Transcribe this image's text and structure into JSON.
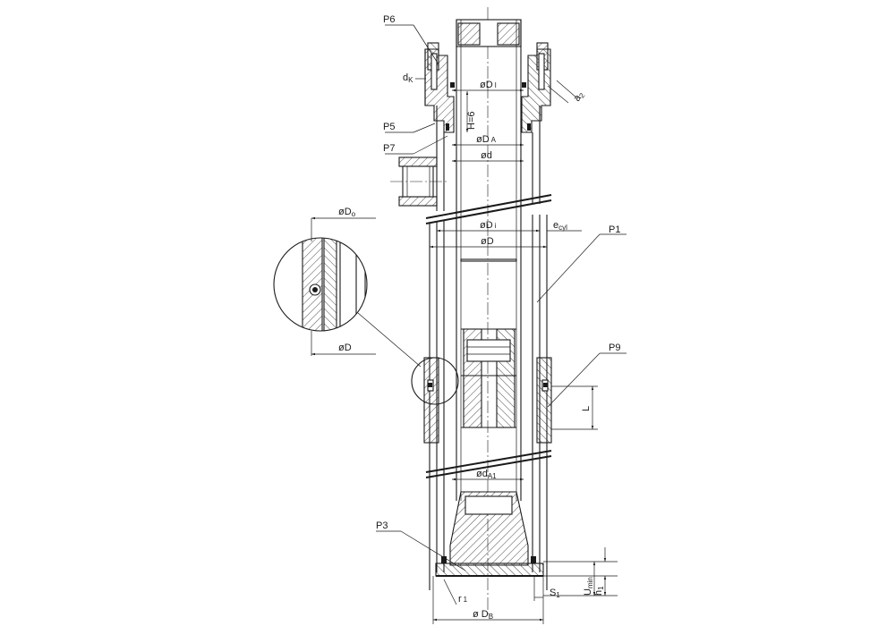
{
  "labels": {
    "P6": "P6",
    "P5": "P5",
    "P7": "P7",
    "P1": "P1",
    "P9": "P9",
    "P3": "P3",
    "dK_main": "d",
    "dK_sub": "K",
    "DI_main": "øD",
    "DI_sub": "I",
    "H6": "H=6",
    "DA_main": "øD",
    "DA_sub": "A",
    "d": "ød",
    "a2_main": "a",
    "a2_sub": "2",
    "Do_main": "øD",
    "Do_sub": "o",
    "Di_main": "øD",
    "Di_sub": "i",
    "ecyl_main": "e",
    "ecyl_sub": "cyl",
    "D": "øD",
    "D_detail": "øD",
    "L": "L",
    "dA1_main": "ød",
    "dA1_sub": "A1",
    "Umin_main": "U",
    "Umin_sub": "min",
    "h1_main": "h",
    "h1_sub": "1",
    "S1_main": "S",
    "S1_sub": "1",
    "r1_main": "r",
    "r1_sub": "1",
    "DB_main": "ø D",
    "DB_sub": "B"
  }
}
